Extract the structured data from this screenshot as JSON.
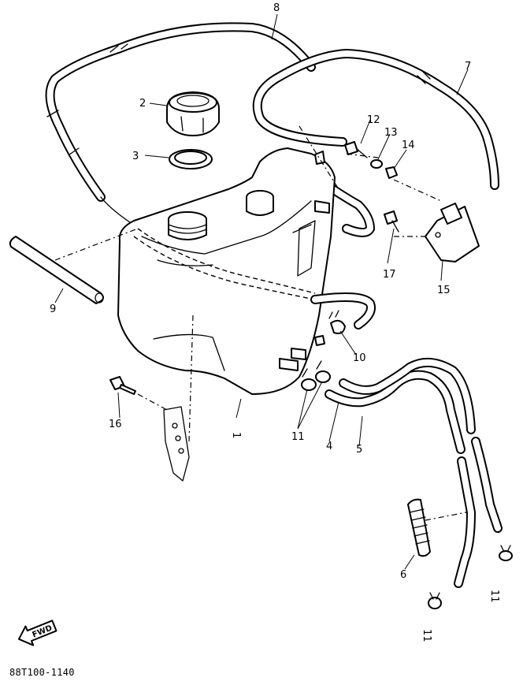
{
  "callouts": {
    "c1": "1",
    "c2": "2",
    "c3": "3",
    "c4": "4",
    "c5": "5",
    "c6": "6",
    "c7": "7",
    "c8": "8",
    "c9": "9",
    "c10": "10",
    "c11a": "11",
    "c11b": "11",
    "c11c": "11",
    "c12": "12",
    "c13": "13",
    "c14": "14",
    "c15": "15",
    "c16": "16",
    "c17": "17"
  },
  "fwd_badge": "FWD",
  "drawing_code": "88T100-1140"
}
